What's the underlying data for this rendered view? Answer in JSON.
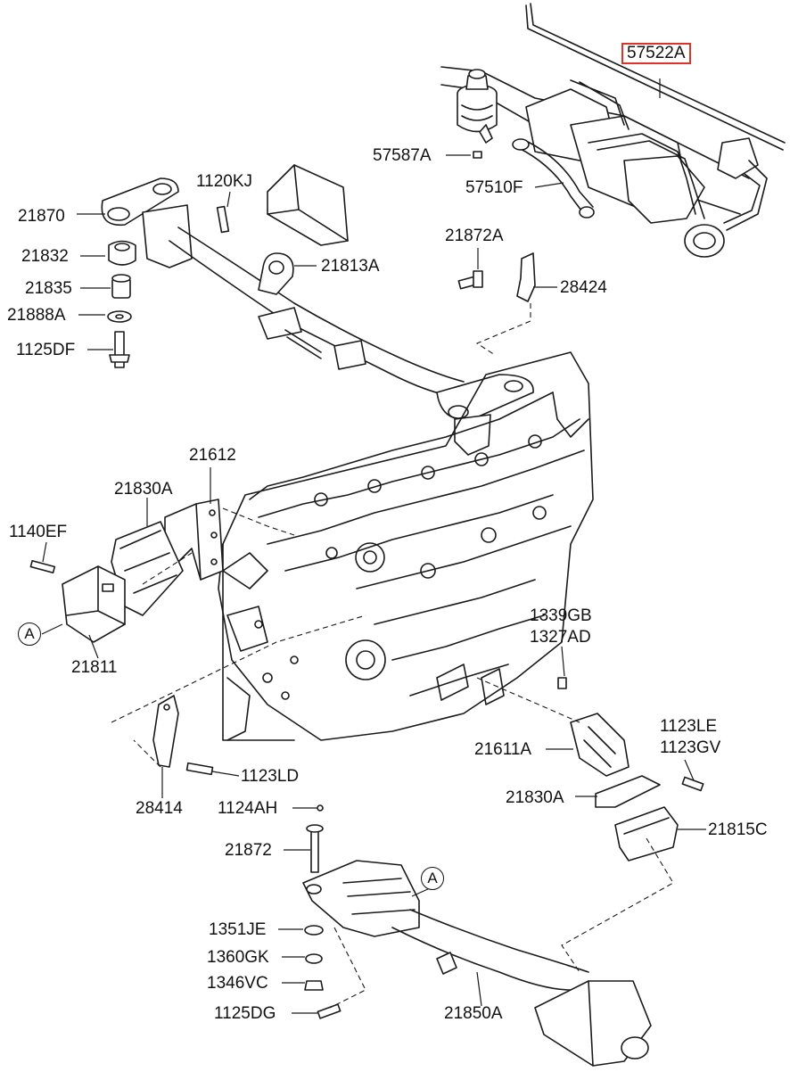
{
  "labels": {
    "p57522A": "57522A",
    "p57587A": "57587A",
    "p57510F": "57510F",
    "p21870": "21870",
    "p1120KJ": "1120KJ",
    "p21832": "21832",
    "p21813A": "21813A",
    "p21835": "21835",
    "p21872A": "21872A",
    "p28424": "28424",
    "p21888A": "21888A",
    "p1125DF": "1125DF",
    "p21612": "21612",
    "p21830A_left": "21830A",
    "p1140EF": "1140EF",
    "p21811": "21811",
    "p1339GB": "1339GB",
    "p1327AD": "1327AD",
    "p1123LE": "1123LE",
    "p1123GV": "1123GV",
    "p21611A": "21611A",
    "p21830A_right": "21830A",
    "p21815C": "21815C",
    "p28414": "28414",
    "p1123LD": "1123LD",
    "p1124AH": "1124AH",
    "p21872": "21872",
    "p1351JE": "1351JE",
    "p1360GK": "1360GK",
    "p1346VC": "1346VC",
    "p1125DG": "1125DG",
    "p21850A": "21850A"
  },
  "callouts": {
    "left": "A",
    "bottom": "A"
  },
  "highlight": {
    "part": "57522A",
    "color": "#e0312b"
  }
}
